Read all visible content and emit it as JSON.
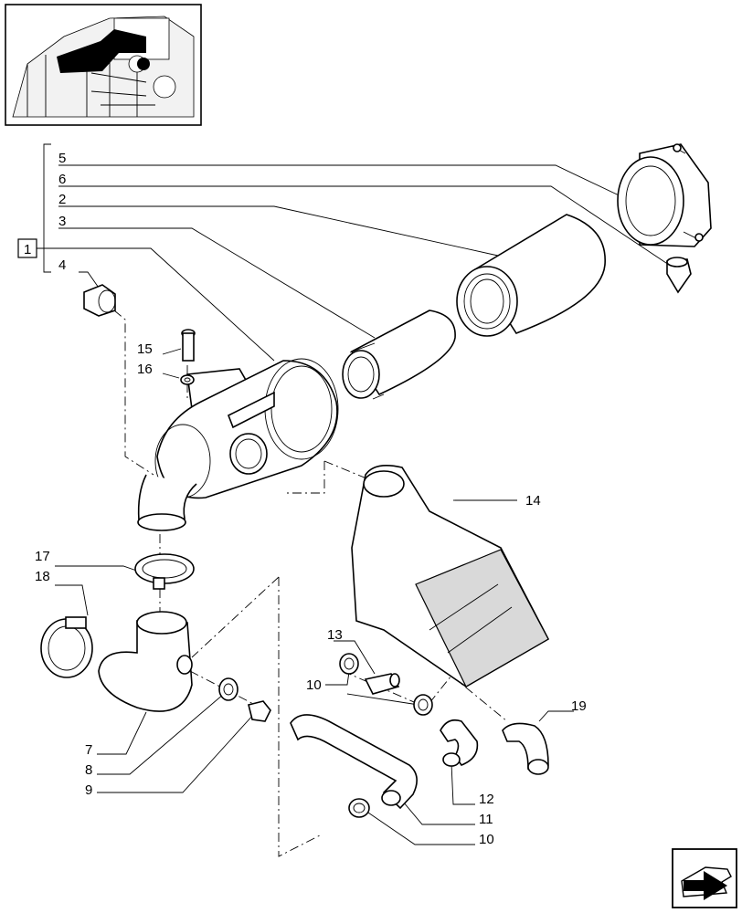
{
  "labels": {
    "p1": "1",
    "p2": "2",
    "p3": "3",
    "p4": "4",
    "p5": "5",
    "p6": "6",
    "p7": "7",
    "p8": "8",
    "p9": "9",
    "p10a": "10",
    "p10b": "10",
    "p11": "11",
    "p12": "12",
    "p13": "13",
    "p14": "14",
    "p15": "15",
    "p16": "16",
    "p17": "17",
    "p18": "18",
    "p19": "19"
  },
  "icons": {
    "thumbnail": "tractor-engine-thumbnail-icon",
    "nav": "next-page-arrow-icon"
  }
}
